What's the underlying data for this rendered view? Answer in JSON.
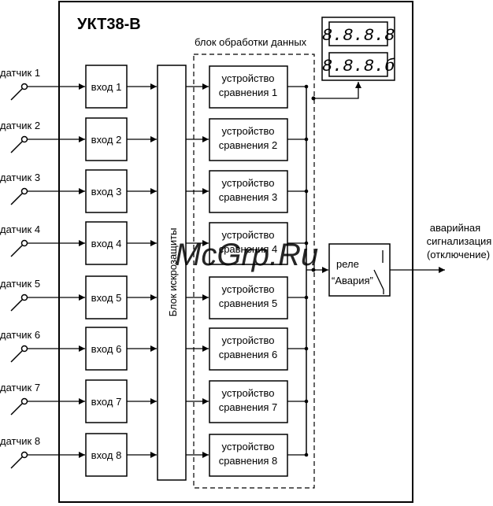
{
  "device_title": "УКТ38-В",
  "processing_block_label": "блок обработки данных",
  "spark_protection_label": "Блок искрозащиты",
  "sensors": [
    "датчик 1",
    "датчик 2",
    "датчик 3",
    "датчик 4",
    "датчик 5",
    "датчик 6",
    "датчик 7",
    "датчик 8"
  ],
  "inputs": [
    "вход 1",
    "вход 2",
    "вход 3",
    "вход 4",
    "вход 5",
    "вход 6",
    "вход 7",
    "вход 8"
  ],
  "comparators": [
    [
      "устройство",
      "сравнения 1"
    ],
    [
      "устройство",
      "сравнения 2"
    ],
    [
      "устройство",
      "сравнения 3"
    ],
    [
      "устройство",
      "сравнения 4"
    ],
    [
      "устройство",
      "сравнения 5"
    ],
    [
      "устройство",
      "сравнения 6"
    ],
    [
      "устройство",
      "сравнения 7"
    ],
    [
      "устройство",
      "сравнения 8"
    ]
  ],
  "display": {
    "top": "8.8.8.8",
    "bottom": "8.8.8.б"
  },
  "relay": {
    "line1": "реле",
    "line2": "“Авария”"
  },
  "output_label": [
    "аварийная",
    "сигнализация",
    "(отключение)"
  ],
  "watermark": "McGrp.Ru",
  "colors": {
    "line": "#000000",
    "watermark": "#d0202a"
  }
}
